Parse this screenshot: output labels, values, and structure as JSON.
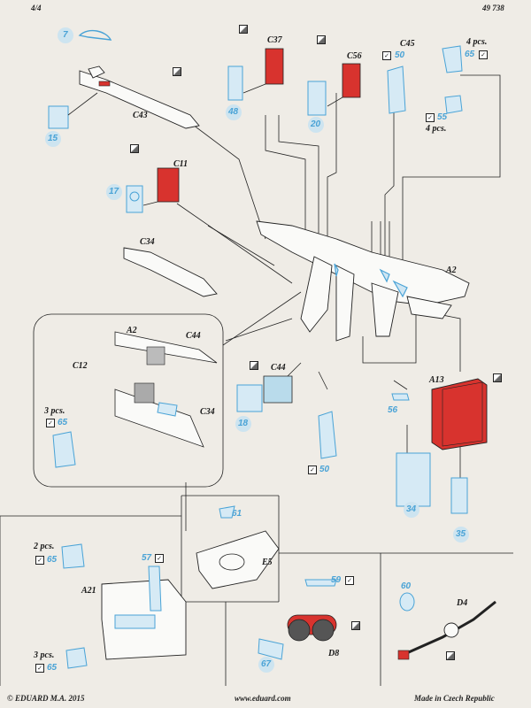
{
  "header": {
    "page": "4/4",
    "code": "49 738"
  },
  "footer": {
    "copyright": "© EDUARD  M.A. 2015",
    "website": "www.eduard.com",
    "origin": "Made in Czech Republic"
  },
  "part_labels": {
    "c37": "C37",
    "c56": "C56",
    "c45": "C45",
    "c43": "C43",
    "c11": "C11",
    "c34": "C34",
    "a2": "A2",
    "c44": "C44",
    "a13": "A13",
    "a21": "A21",
    "e5": "E5",
    "d8": "D8",
    "d4": "D4",
    "inset_a2": "A2",
    "inset_c44": "C44",
    "inset_c12": "C12",
    "inset_c34": "C34"
  },
  "pe_numbers": {
    "n7": "7",
    "n15": "15",
    "n48": "48",
    "n20": "20",
    "n50_top": "50",
    "n55": "55",
    "n65_top": "65",
    "n17": "17",
    "n18": "18",
    "n50_mid": "50",
    "n56": "56",
    "n34": "34",
    "n35": "35",
    "n65_inset": "65",
    "n61": "61",
    "n65_a21": "65",
    "n57": "57",
    "n65_a21b": "65",
    "n59": "59",
    "n67": "67",
    "n60": "60"
  },
  "quantities": {
    "q_top_right": "4 pcs.",
    "q_55": "4 pcs.",
    "q_inset": "3 pcs.",
    "q_a21_top": "2 pcs.",
    "q_a21_bottom": "3 pcs."
  },
  "colors": {
    "pe_blue": "#4aa3d6",
    "pe_red": "#d8332e",
    "line": "#222222"
  }
}
